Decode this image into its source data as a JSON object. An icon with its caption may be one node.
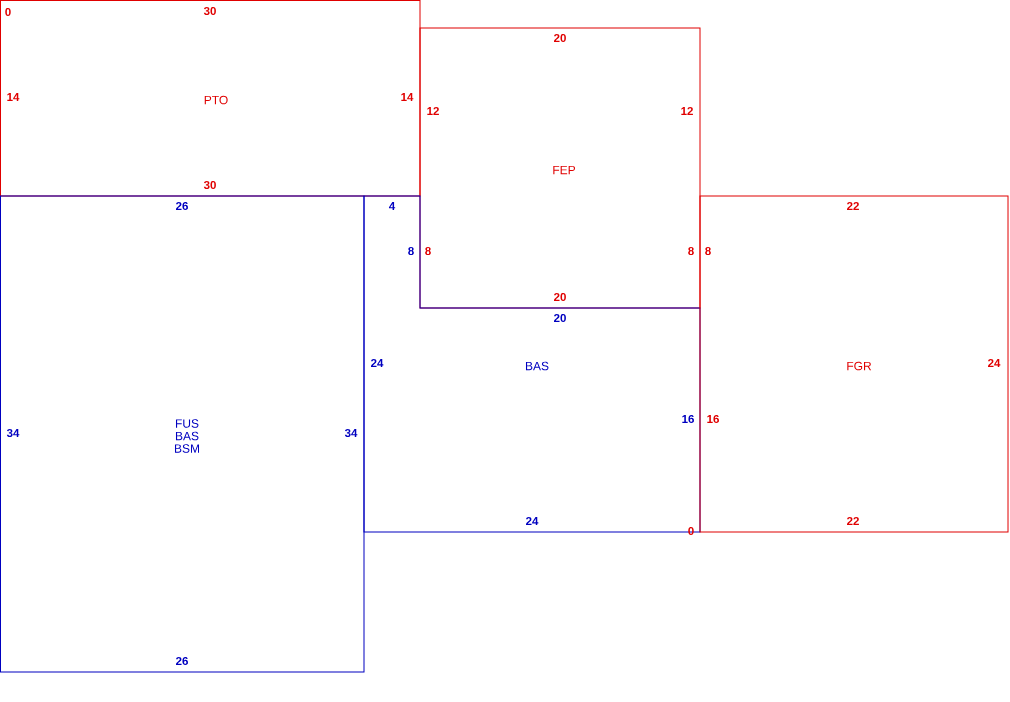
{
  "diagram": {
    "nodes": [
      {
        "text": [
          "PTO"
        ]
      },
      {
        "text": [
          "FEP"
        ]
      },
      {
        "text": [
          "FUS BAS BSM"
        ]
      },
      {
        "text": [
          "BAS"
        ]
      },
      {
        "text": [
          "FGR"
        ]
      }
    ],
    "labels": [
      "0",
      "30",
      "20",
      "14",
      "14",
      "12",
      "12",
      "30",
      "26",
      "4",
      "22",
      "8",
      "8",
      "8",
      "8",
      "20",
      "20",
      "24",
      "24",
      "34",
      "34",
      "16",
      "16",
      "24",
      "22",
      "0",
      "26"
    ]
  }
}
